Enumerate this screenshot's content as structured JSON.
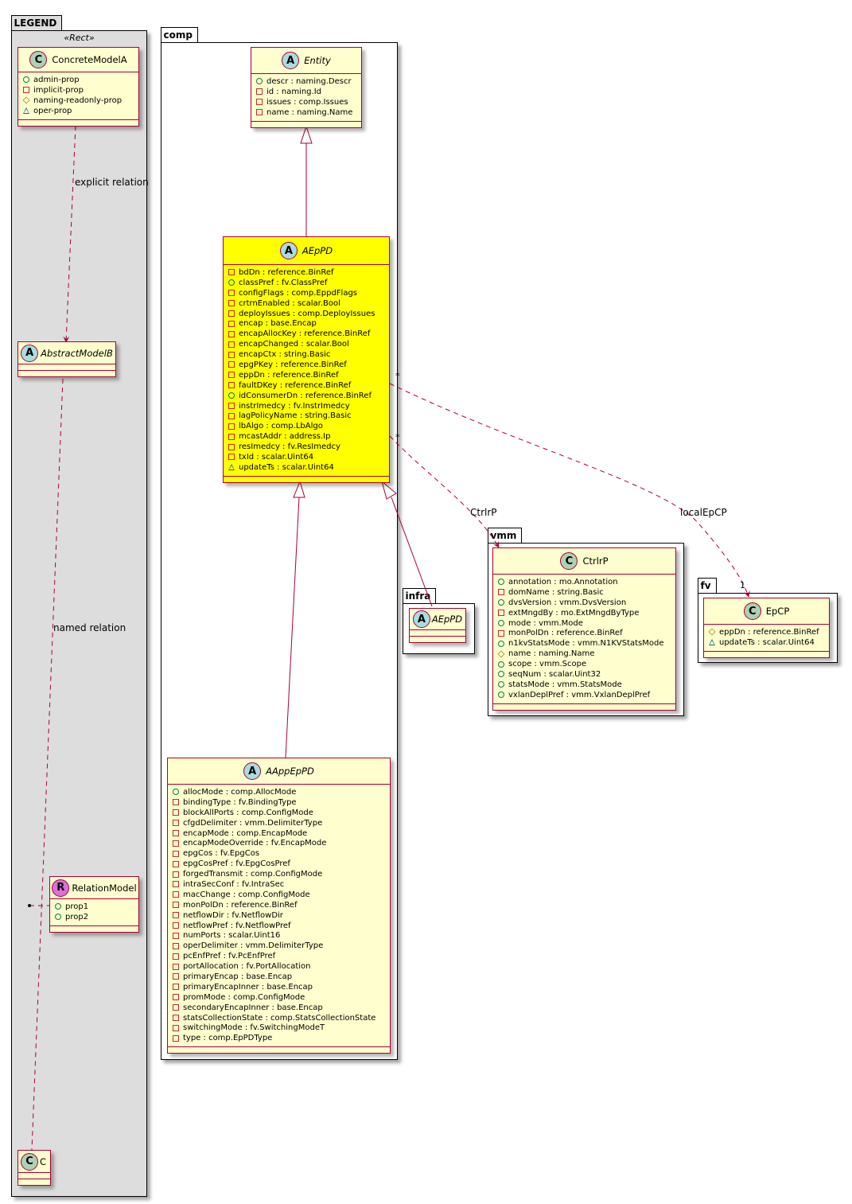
{
  "packages": {
    "legend": {
      "name": "LEGEND",
      "stereotype": "«Rect»"
    },
    "comp": {
      "name": "comp"
    },
    "vmm": {
      "name": "vmm"
    },
    "infra": {
      "name": "infra"
    },
    "fv": {
      "name": "fv"
    }
  },
  "legend_classes": {
    "concrete_model_a": {
      "kind": "C",
      "name": "ConcreteModelA",
      "attrs": [
        {
          "vis": "pub",
          "text": "admin-prop"
        },
        {
          "vis": "priv",
          "text": "implicit-prop"
        },
        {
          "vis": "prot",
          "text": "naming-readonly-prop"
        },
        {
          "vis": "pkgv",
          "text": "oper-prop"
        }
      ]
    },
    "abstract_model_b": {
      "kind": "A",
      "name": "AbstractModelB"
    },
    "relation_model": {
      "kind": "R",
      "name": "RelationModel",
      "attrs": [
        {
          "vis": "pub",
          "text": "prop1"
        },
        {
          "vis": "pub",
          "text": "prop2"
        }
      ]
    },
    "c": {
      "kind": "C",
      "name": "C"
    }
  },
  "classes": {
    "entity": {
      "kind": "A",
      "name": "Entity",
      "attrs": [
        {
          "vis": "pub",
          "text": "descr : naming.Descr"
        },
        {
          "vis": "priv",
          "text": "id : naming.Id"
        },
        {
          "vis": "priv",
          "text": "issues : comp.Issues"
        },
        {
          "vis": "priv",
          "text": "name : naming.Name"
        }
      ]
    },
    "aeppd": {
      "kind": "A",
      "name": "AEpPD",
      "highlight_color": "#ffff00",
      "attrs": [
        {
          "vis": "priv",
          "text": "bdDn : reference.BinRef"
        },
        {
          "vis": "pub",
          "text": "classPref : fv.ClassPref"
        },
        {
          "vis": "priv",
          "text": "configFlags : comp.EppdFlags"
        },
        {
          "vis": "priv",
          "text": "crtrnEnabled : scalar.Bool"
        },
        {
          "vis": "priv",
          "text": "deployIssues : comp.DeployIssues"
        },
        {
          "vis": "priv",
          "text": "encap : base.Encap"
        },
        {
          "vis": "priv",
          "text": "encapAllocKey : reference.BinRef"
        },
        {
          "vis": "priv",
          "text": "encapChanged : scalar.Bool"
        },
        {
          "vis": "priv",
          "text": "encapCtx : string.Basic"
        },
        {
          "vis": "priv",
          "text": "epgPKey : reference.BinRef"
        },
        {
          "vis": "priv",
          "text": "eppDn : reference.BinRef"
        },
        {
          "vis": "priv",
          "text": "faultDKey : reference.BinRef"
        },
        {
          "vis": "pub",
          "text": "idConsumerDn : reference.BinRef"
        },
        {
          "vis": "priv",
          "text": "instrImedcy : fv.InstrImedcy"
        },
        {
          "vis": "priv",
          "text": "lagPolicyName : string.Basic"
        },
        {
          "vis": "priv",
          "text": "lbAlgo : comp.LbAlgo"
        },
        {
          "vis": "priv",
          "text": "mcastAddr : address.Ip"
        },
        {
          "vis": "priv",
          "text": "resImedcy : fv.ResImedcy"
        },
        {
          "vis": "priv",
          "text": "txId : scalar.Uint64"
        },
        {
          "vis": "pkgv",
          "text": "updateTs : scalar.Uint64"
        }
      ]
    },
    "aappeppd": {
      "kind": "A",
      "name": "AAppEpPD",
      "attrs": [
        {
          "vis": "pub",
          "text": "allocMode : comp.AllocMode"
        },
        {
          "vis": "priv",
          "text": "bindingType : fv.BindingType"
        },
        {
          "vis": "priv",
          "text": "blockAllPorts : comp.ConfigMode"
        },
        {
          "vis": "priv",
          "text": "cfgdDelimiter : vmm.DelimiterType"
        },
        {
          "vis": "priv",
          "text": "encapMode : comp.EncapMode"
        },
        {
          "vis": "priv",
          "text": "encapModeOverride : fv.EncapMode"
        },
        {
          "vis": "priv",
          "text": "epgCos : fv.EpgCos"
        },
        {
          "vis": "priv",
          "text": "epgCosPref : fv.EpgCosPref"
        },
        {
          "vis": "priv",
          "text": "forgedTransmit : comp.ConfigMode"
        },
        {
          "vis": "priv",
          "text": "intraSecConf : fv.IntraSec"
        },
        {
          "vis": "priv",
          "text": "macChange : comp.ConfigMode"
        },
        {
          "vis": "priv",
          "text": "monPolDn : reference.BinRef"
        },
        {
          "vis": "priv",
          "text": "netflowDir : fv.NetflowDir"
        },
        {
          "vis": "priv",
          "text": "netflowPref : fv.NetflowPref"
        },
        {
          "vis": "priv",
          "text": "numPorts : scalar.Uint16"
        },
        {
          "vis": "priv",
          "text": "operDelimiter : vmm.DelimiterType"
        },
        {
          "vis": "priv",
          "text": "pcEnfPref : fv.PcEnfPref"
        },
        {
          "vis": "priv",
          "text": "portAllocation : fv.PortAllocation"
        },
        {
          "vis": "priv",
          "text": "primaryEncap : base.Encap"
        },
        {
          "vis": "priv",
          "text": "primaryEncapInner : base.Encap"
        },
        {
          "vis": "priv",
          "text": "promMode : comp.ConfigMode"
        },
        {
          "vis": "priv",
          "text": "secondaryEncapInner : base.Encap"
        },
        {
          "vis": "priv",
          "text": "statsCollectionState : comp.StatsCollectionState"
        },
        {
          "vis": "priv",
          "text": "switchingMode : fv.SwitchingModeT"
        },
        {
          "vis": "priv",
          "text": "type : comp.EpPDType"
        }
      ]
    },
    "infra_aeppd": {
      "kind": "A",
      "name": "AEpPD"
    },
    "ctrlrp": {
      "kind": "C",
      "name": "CtrlrP",
      "attrs": [
        {
          "vis": "pub",
          "text": "annotation : mo.Annotation"
        },
        {
          "vis": "priv",
          "text": "domName : string.Basic"
        },
        {
          "vis": "pub",
          "text": "dvsVersion : vmm.DvsVersion"
        },
        {
          "vis": "priv",
          "text": "extMngdBy : mo.ExtMngdByType"
        },
        {
          "vis": "pub",
          "text": "mode : vmm.Mode"
        },
        {
          "vis": "priv",
          "text": "monPolDn : reference.BinRef"
        },
        {
          "vis": "pub",
          "text": "n1kvStatsMode : vmm.N1KVStatsMode"
        },
        {
          "vis": "prot",
          "text": "name : naming.Name"
        },
        {
          "vis": "pub",
          "text": "scope : vmm.Scope"
        },
        {
          "vis": "pub",
          "text": "seqNum : scalar.Uint32"
        },
        {
          "vis": "pub",
          "text": "statsMode : vmm.StatsMode"
        },
        {
          "vis": "pub",
          "text": "vxlanDeplPref : vmm.VxlanDeplPref"
        }
      ]
    },
    "epcp": {
      "kind": "C",
      "name": "EpCP",
      "attrs": [
        {
          "vis": "prot",
          "text": "eppDn : reference.BinRef"
        },
        {
          "vis": "pkgv",
          "text": "updateTs : scalar.Uint64"
        }
      ]
    }
  },
  "relations": {
    "explicit": {
      "label": "explicit relation"
    },
    "named": {
      "label": "named relation"
    },
    "ctrlrp": {
      "label": "CtrlrP",
      "source_mult": "*"
    },
    "localepcp": {
      "label": "localEpCP",
      "source_mult": "*",
      "target_mult": "1"
    }
  },
  "colors": {
    "edge": "#a80036",
    "class_bg": "#fefece",
    "legend_bg": "#dddddd"
  }
}
